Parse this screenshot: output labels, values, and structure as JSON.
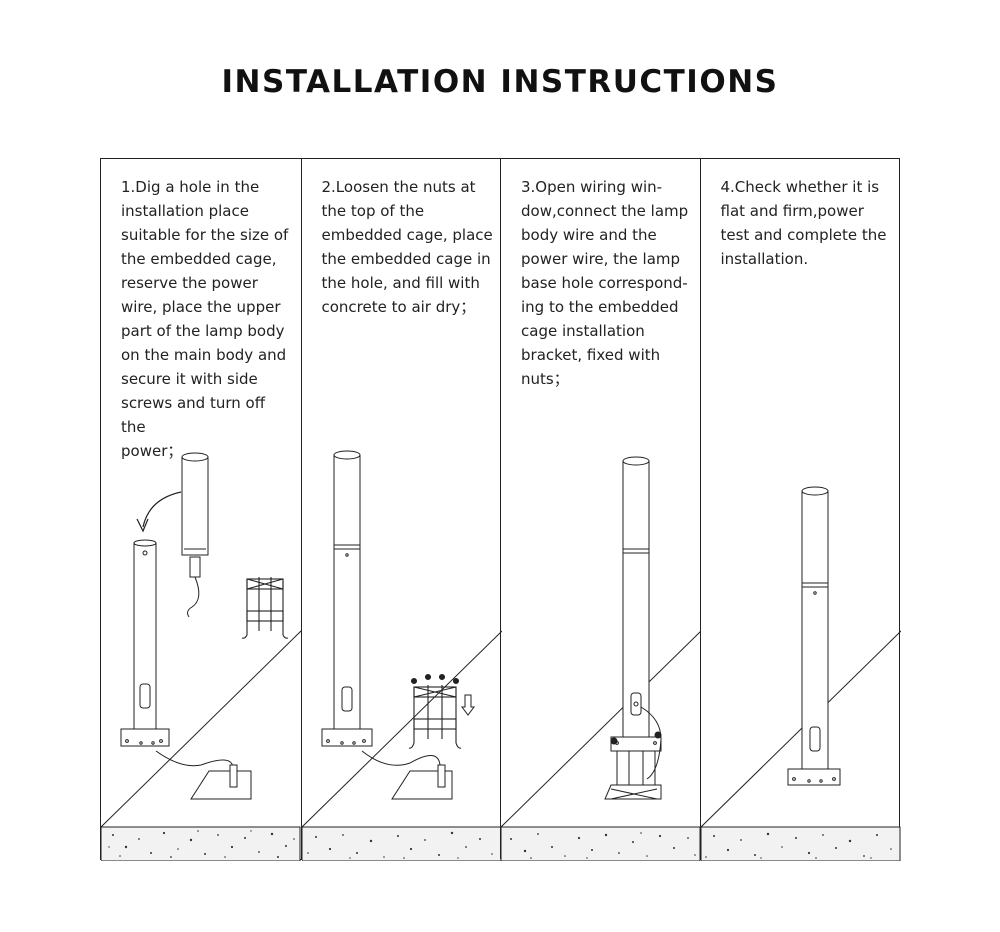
{
  "title": "INSTALLATION INSTRUCTIONS",
  "steps": [
    {
      "text": "1.Dig a hole in the\ninstallation place\nsuitable for the size of\nthe embedded cage,\nreserve the power\nwire, place the upper\npart of the lamp body\non the main body and\nsecure it with side\nscrews and turn off the\npower；"
    },
    {
      "text": "2.Loosen the nuts at\nthe top of the\nembedded cage, place\nthe embedded cage in\nthe hole, and fill with\nconcrete to air dry；"
    },
    {
      "text": "3.Open wiring win-\ndow,connect the lamp\nbody wire and the\npower wire, the lamp\nbase hole correspond-\ning to the embedded\ncage installation\nbracket, fixed with\nnuts；"
    },
    {
      "text": "4.Check whether it is\nflat and firm,power\ntest and complete the\ninstallation."
    }
  ],
  "icons": [
    "curved-arrow-icon",
    "down-arrow-icon"
  ]
}
